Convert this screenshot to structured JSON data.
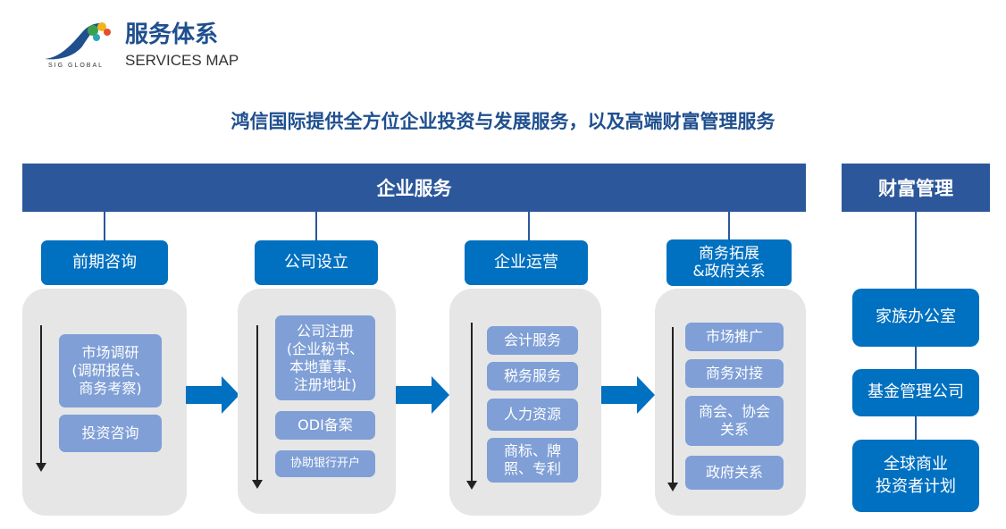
{
  "header": {
    "logo_text": "SIG GLOBAL",
    "title": "服务体系",
    "subtitle": "SERVICES MAP"
  },
  "tagline": "鸿信国际提供全方位企业投资与发展服务，以及高端财富管理服务",
  "enterprise": {
    "label": "企业服务",
    "stages": [
      {
        "label": "前期咨询",
        "items": [
          "市场调研\n(调研报告、\n商务考察)",
          "投资咨询"
        ]
      },
      {
        "label": "公司设立",
        "items": [
          "公司注册\n(企业秘书、\n本地董事、\n注册地址)",
          "ODI备案",
          "协助银行开户"
        ]
      },
      {
        "label": "企业运营",
        "items": [
          "会计服务",
          "税务服务",
          "人力资源",
          "商标、牌\n照、专利"
        ]
      },
      {
        "label": "商务拓展\n&政府关系",
        "items": [
          "市场推广",
          "商务对接",
          "商会、协会\n关系",
          "政府关系"
        ]
      }
    ]
  },
  "wealth": {
    "label": "财富管理",
    "items": [
      "家族办公室",
      "基金管理公司",
      "全球商业\n投资者计划"
    ]
  },
  "colors": {
    "banner": "#2c579a",
    "category": "#0070c0",
    "item": "#7f9fd6",
    "panel": "#e6e6e6",
    "title": "#1f4f8f"
  }
}
